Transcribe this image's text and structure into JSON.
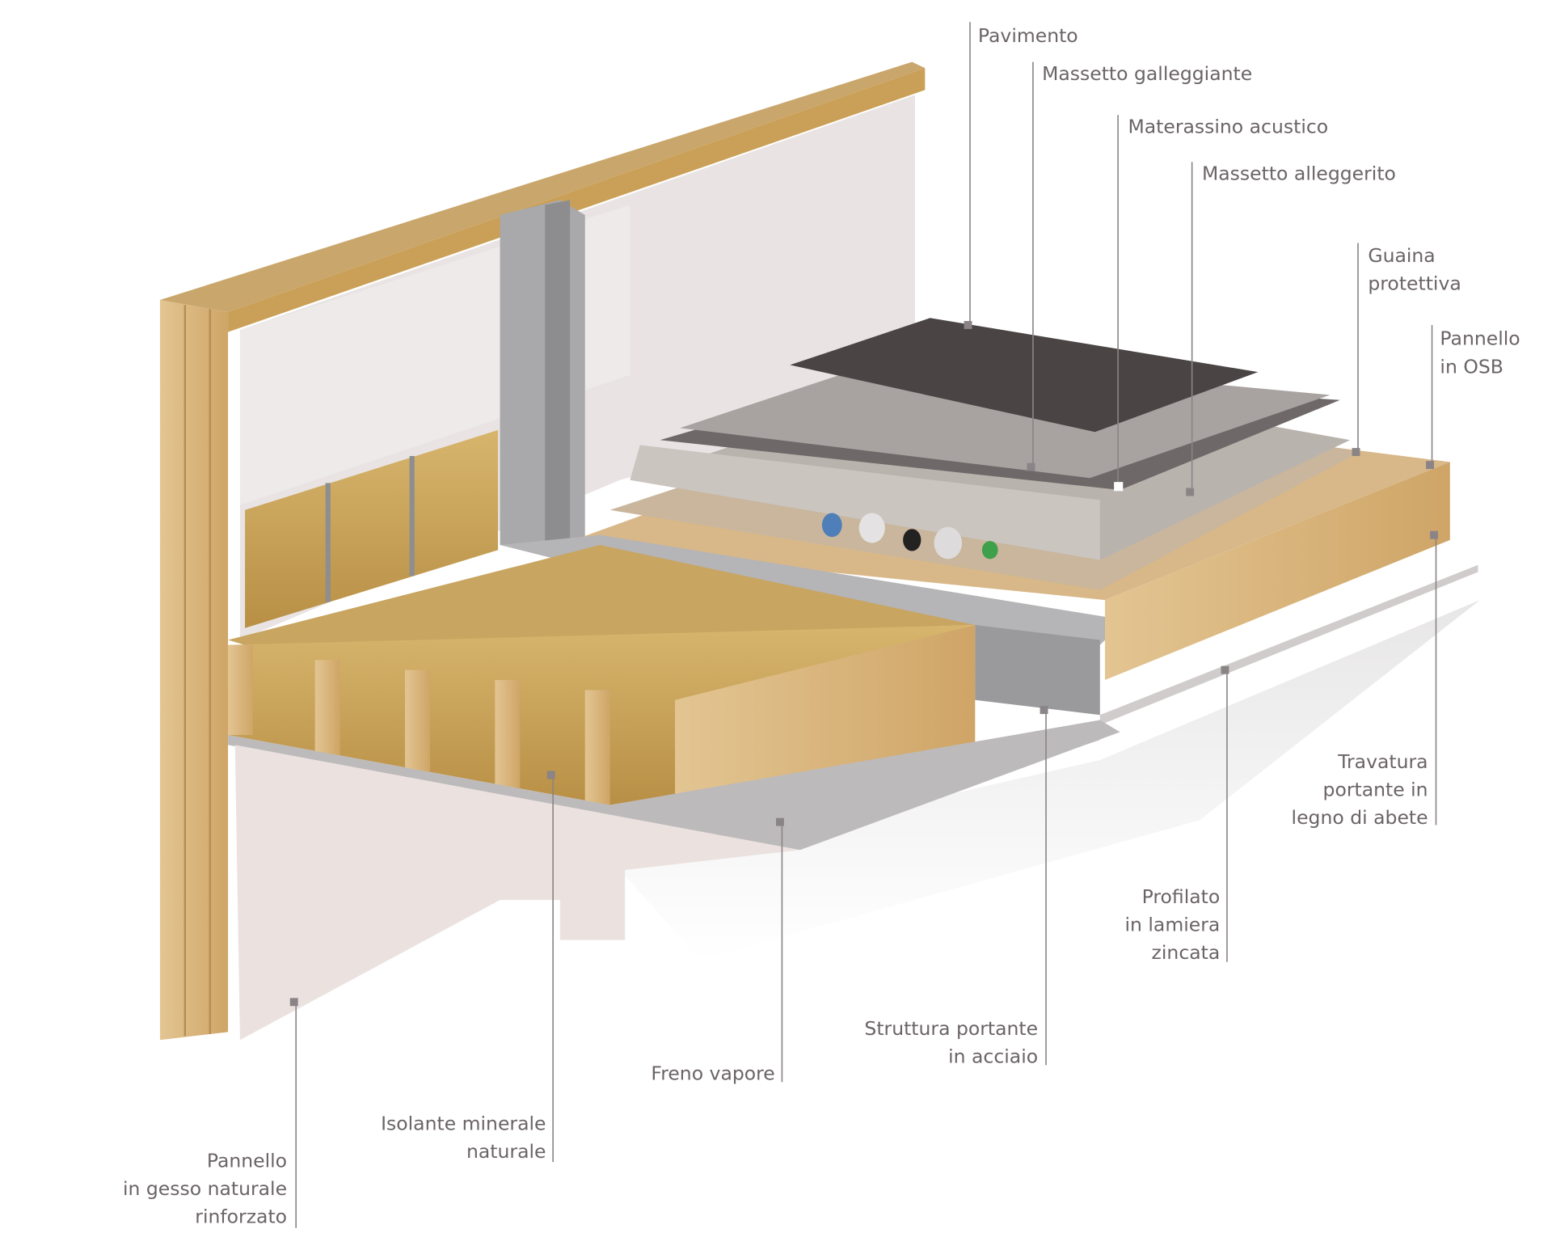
{
  "title": "Stratigrafia solaio in legno e acciaio",
  "labels": {
    "pavimento": [
      "Pavimento"
    ],
    "massetto_galleggiante": [
      "Massetto galleggiante"
    ],
    "materassino_acustico": [
      "Materassino acustico"
    ],
    "massetto_alleggerito": [
      "Massetto alleggerito"
    ],
    "guaina_protettiva": [
      "Guaina",
      "protettiva"
    ],
    "pannello_osb": [
      "Pannello",
      "in OSB"
    ],
    "travatura": [
      "Travatura",
      "portante in",
      "legno di abete"
    ],
    "profilato": [
      "Profilato",
      "in lamiera",
      "zincata"
    ],
    "struttura_acciaio": [
      "Struttura portante",
      "in acciaio"
    ],
    "freno_vapore": [
      "Freno vapore"
    ],
    "isolante": [
      "Isolante minerale",
      "naturale"
    ],
    "pannello_gesso": [
      "Pannello",
      "in gesso naturale",
      "rinforzato"
    ]
  },
  "colors": {
    "label_text": "#6b6466",
    "wood": "#d9b77e",
    "insulation": "#c9a45a",
    "plaster": "#ece6e4",
    "steel": "#a7a6a8",
    "screed": "#b5b0ad",
    "floor": "#4a4444",
    "osb": "#d8b889"
  }
}
